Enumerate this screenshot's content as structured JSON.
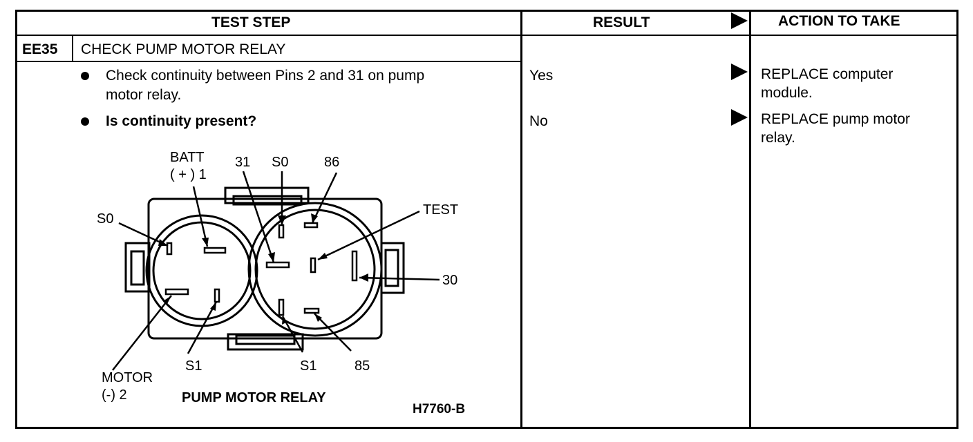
{
  "header": {
    "test_step": "TEST STEP",
    "result": "RESULT",
    "action": "ACTION TO TAKE"
  },
  "step": {
    "code": "EE35",
    "title": "CHECK PUMP MOTOR RELAY",
    "instructions": [
      {
        "line1": "Check continuity between Pins 2 and 31 on pump",
        "line2": "motor relay."
      },
      {
        "line1": "Is continuity present?"
      }
    ]
  },
  "results": [
    {
      "result": "Yes",
      "action_line1": "REPLACE computer",
      "action_line2": "module."
    },
    {
      "result": "No",
      "action_line1": "REPLACE pump motor",
      "action_line2": "relay."
    }
  ],
  "diagram": {
    "title": "PUMP MOTOR RELAY",
    "figure_id": "H7760-B",
    "labels": {
      "batt_line1": "BATT",
      "batt_line2": "( + ) 1",
      "pin31": "31",
      "s0_top": "S0",
      "pin86": "86",
      "test": "TEST",
      "s0_left": "S0",
      "pin30": "30",
      "motor_line1": "MOTOR",
      "motor_line2": "(-) 2",
      "s1_left": "S1",
      "s1_right": "S1",
      "pin85": "85"
    }
  }
}
